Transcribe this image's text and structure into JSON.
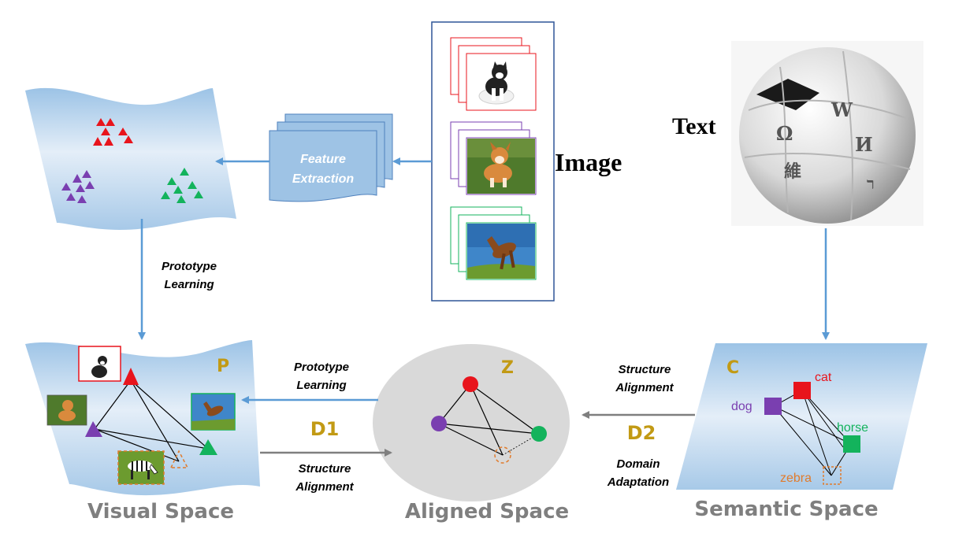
{
  "labels": {
    "feature_extraction_1": "Feature",
    "feature_extraction_2": "Extraction",
    "image": "Image",
    "text": "Text",
    "prototype_learning_left_1": "Prototype",
    "prototype_learning_left_2": "Learning",
    "prototype_learning_mid_1": "Prototype",
    "prototype_learning_mid_2": "Learning",
    "structure_alignment_top_1": "Structure",
    "structure_alignment_top_2": "Alignment",
    "structure_alignment_bottom_1": "Structure",
    "structure_alignment_bottom_2": "Alignment",
    "domain_adaptation_1": "Domain",
    "domain_adaptation_2": "Adaptation",
    "d1": "D1",
    "d2": "D2",
    "p": "P",
    "z": "Z",
    "c": "C",
    "visual_space": "Visual Space",
    "aligned_space": "Aligned Space",
    "semantic_space": "Semantic Space",
    "cat": "cat",
    "dog": "dog",
    "horse": "horse",
    "zebra": "zebra"
  },
  "colors": {
    "cat": "#e8141c",
    "dog": "#7a3fb0",
    "horse": "#13b35c",
    "zebra": "#e07b2c",
    "blue_arrow": "#5b9bd5",
    "gray_arrow": "#7f7f7f",
    "space_label": "#7f7f7f",
    "gold_label": "#c29a14"
  }
}
